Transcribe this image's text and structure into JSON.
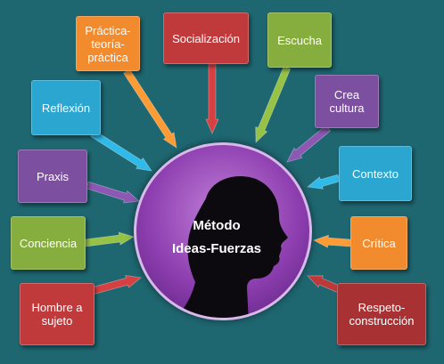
{
  "center": {
    "title": "Método\nIdeas-Fuerzas"
  },
  "nodes": [
    {
      "id": "practica",
      "label": "Práctica-\nteoría-\npráctica",
      "color": "#f28a2e"
    },
    {
      "id": "socializacion",
      "label": "Socialización",
      "color": "#c0393b"
    },
    {
      "id": "escucha",
      "label": "Escucha",
      "color": "#86ae3e"
    },
    {
      "id": "reflexion",
      "label": "Reflexión",
      "color": "#2aa6d0"
    },
    {
      "id": "crea-cultura",
      "label": "Crea\ncultura",
      "color": "#7d4fa0"
    },
    {
      "id": "praxis",
      "label": "Praxis",
      "color": "#7d4fa0"
    },
    {
      "id": "contexto",
      "label": "Contexto",
      "color": "#2aa6d0"
    },
    {
      "id": "conciencia",
      "label": "Conciencia",
      "color": "#86ae3e"
    },
    {
      "id": "critica",
      "label": "Crítica",
      "color": "#f28a2e"
    },
    {
      "id": "hombre-sujeto",
      "label": "Hombre a\nsujeto",
      "color": "#c0393b"
    },
    {
      "id": "respeto",
      "label": "Respeto-\nconstrucción",
      "color": "#a83233"
    }
  ]
}
